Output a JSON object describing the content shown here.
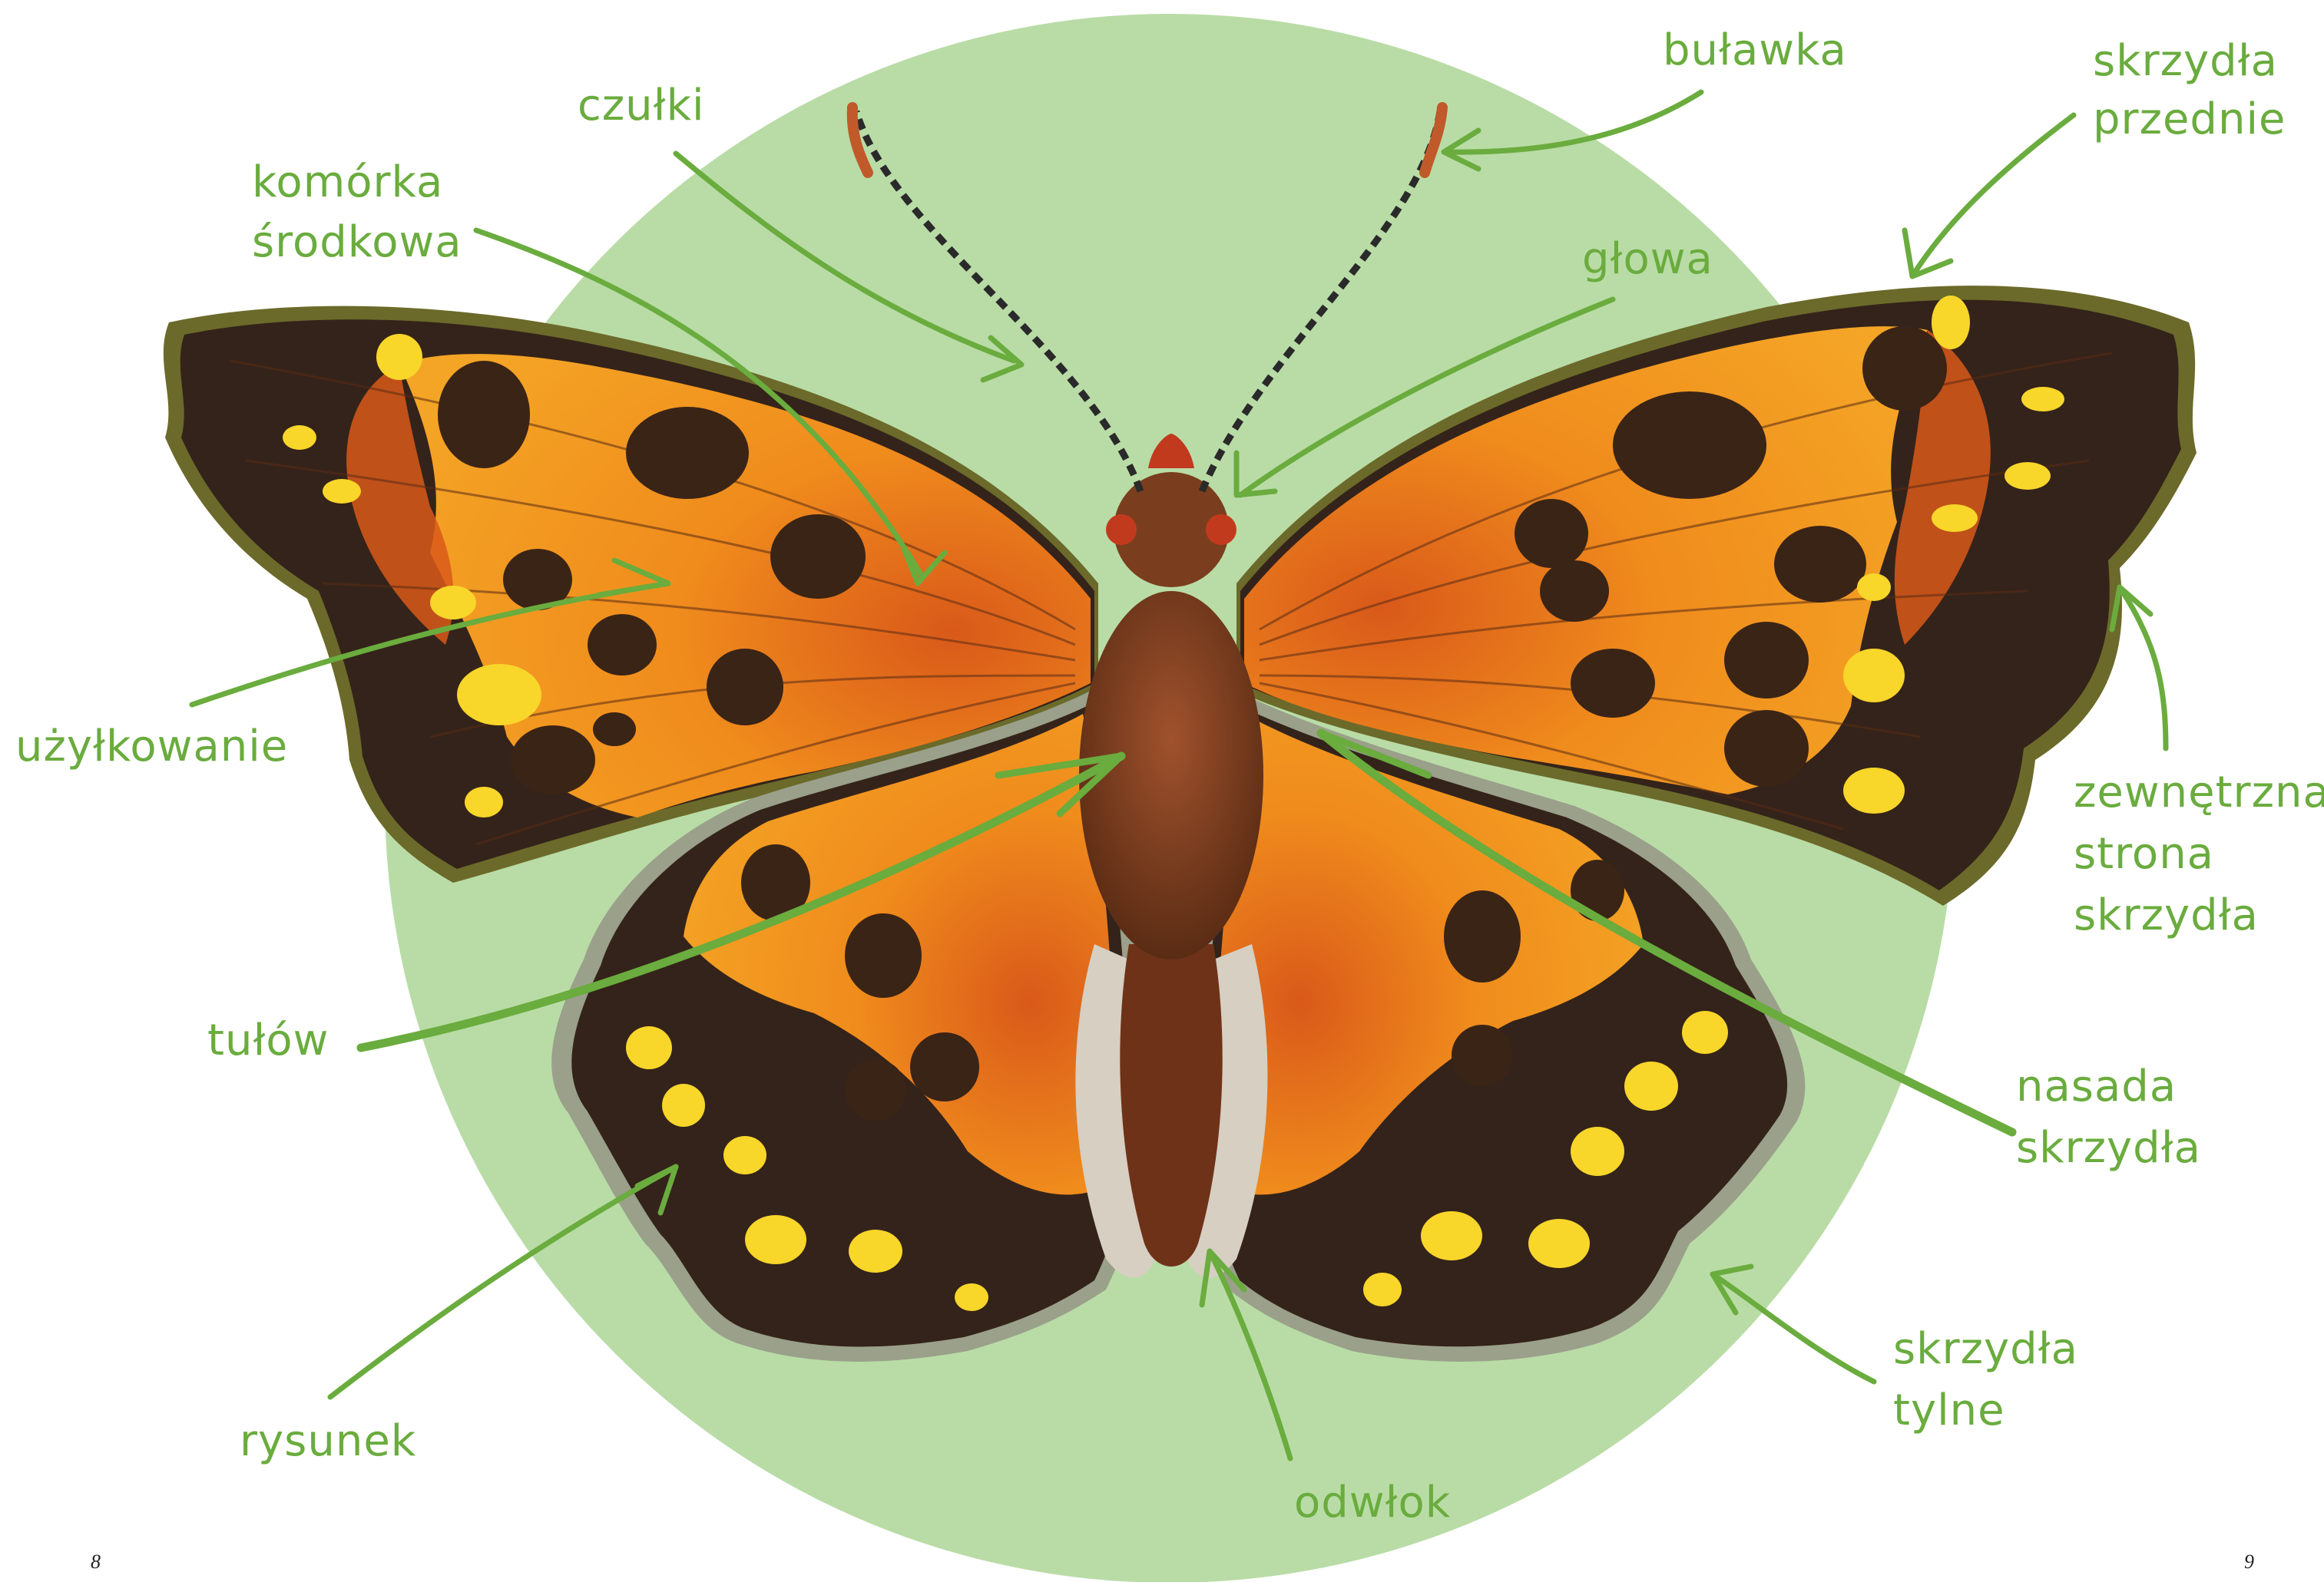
{
  "labels": {
    "czulki": "czułki",
    "bulawka": "buławka",
    "skrzydla_przednie_1": "skrzydła",
    "skrzydla_przednie_2": "przednie",
    "komorka_1": "komórka",
    "komorka_2": "środkowa",
    "glowa": "głowa",
    "uzylkowanie": "użyłkowanie",
    "zewnetrzna_1": "zewnętrzna",
    "zewnetrzna_2": "strona",
    "zewnetrzna_3": "skrzydła",
    "tulow": "tułów",
    "nasada_1": "nasada",
    "nasada_2": "skrzydła",
    "rysunek": "rysunek",
    "skrzydla_tylne_1": "skrzydła",
    "skrzydla_tylne_2": "tylne",
    "odwlok": "odwłok"
  },
  "page_numbers": {
    "left": "8",
    "right": "9"
  },
  "colors": {
    "circle": "#b9dca6",
    "label": "#6aac3e",
    "wing_orange": "#ef8a1a",
    "wing_dark": "#3a2416",
    "spot_yellow": "#f8d62a",
    "body": "#7a3e1e"
  }
}
